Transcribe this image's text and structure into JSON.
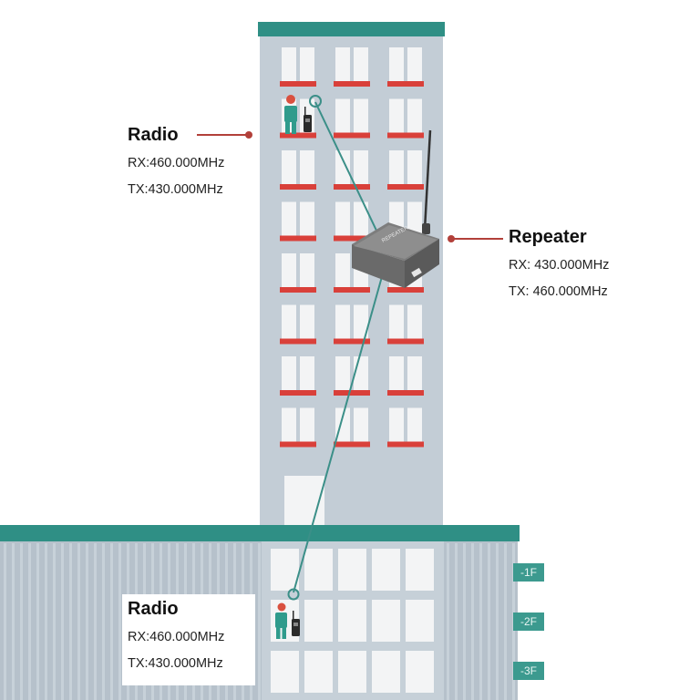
{
  "radio_top": {
    "title": "Radio",
    "rx": "RX:460.000MHz",
    "tx": "TX:430.000MHz"
  },
  "repeater": {
    "title": "Repeater",
    "rx": "RX: 430.000MHz",
    "tx": "TX: 460.000MHz",
    "device_text": "REPEATER"
  },
  "radio_bottom": {
    "title": "Radio",
    "rx": "RX:460.000MHz",
    "tx": "TX:430.000MHz"
  },
  "floors": [
    "-1F",
    "-2F",
    "-3F"
  ],
  "colors": {
    "building": "#c3cdd6",
    "annex": "#b6c1cb",
    "roof": "#2f8f85",
    "sill": "#d9403a",
    "window": "#f3f4f5",
    "link_line": "#3b8f88",
    "leader_line": "#b2403a",
    "person": "#2f9b8c",
    "floor_tag": "#3c9a8f"
  },
  "icons": [
    "person-icon",
    "walkie-talkie-icon",
    "repeater-device-icon",
    "antenna-icon"
  ]
}
